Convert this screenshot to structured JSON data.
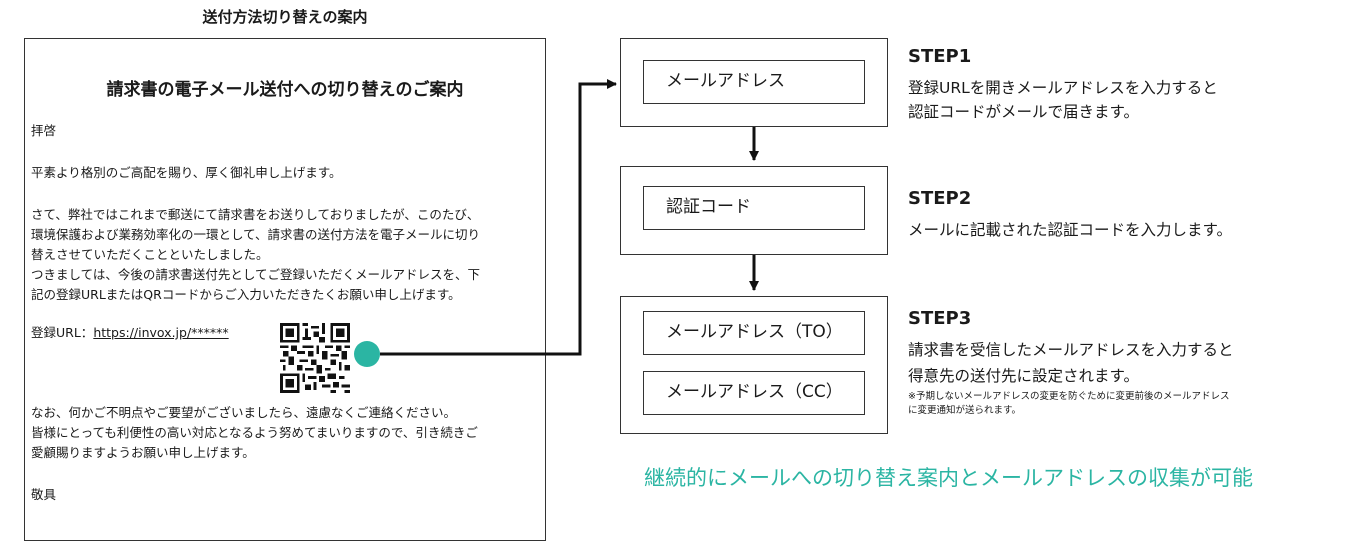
{
  "caption": "送付方法切り替えの案内",
  "letter": {
    "title": "請求書の電子メール送付への切り替えのご案内",
    "salutation": "拝啓",
    "greeting": "平素より格別のご高配を賜り、厚く御礼申し上げます。",
    "body1": [
      "さて、弊社ではこれまで郵送にて請求書をお送りしておりましたが、このたび、",
      "環境保護および業務効率化の一環として、請求書の送付方法を電子メールに切り",
      "替えさせていただくことといたしました。",
      "つきましては、今後の請求書送付先としてご登録いただくメールアドレスを、下",
      "記の登録URLまたはQRコードからご入力いただきたくお願い申し上げます。"
    ],
    "url_label": "登録URL：",
    "url": "https://invox.jp/******",
    "body2": [
      "なお、何かご不明点やご要望がございましたら、遠慮なくご連絡ください。",
      "皆様にとっても利便性の高い対応となるよう努めてまいりますので、引き続きご",
      "愛顧賜りますようお願い申し上げます。"
    ],
    "closing": "敬具"
  },
  "steps": [
    {
      "title": "STEP1",
      "fields": [
        "メールアドレス"
      ],
      "desc": [
        "登録URLを開きメールアドレスを入力すると",
        "認証コードがメールで届きます。"
      ],
      "note": []
    },
    {
      "title": "STEP2",
      "fields": [
        "認証コード"
      ],
      "desc": [
        "メールに記載された認証コードを入力します。"
      ],
      "note": []
    },
    {
      "title": "STEP3",
      "fields": [
        "メールアドレス（TO）",
        "メールアドレス（CC）"
      ],
      "desc": [
        "請求書を受信したメールアドレスを入力すると",
        "得意先の送付先に設定されます。"
      ],
      "note": [
        "※予期しないメールアドレスの変更を防ぐために変更前後のメールアドレス",
        "に変更通知が送られます。"
      ]
    }
  ],
  "footer": "継続的にメールへの切り替え案内とメールアドレスの収集が可能",
  "colors": {
    "accent": "#2bb5a3",
    "line": "#111111",
    "border": "#333333"
  }
}
